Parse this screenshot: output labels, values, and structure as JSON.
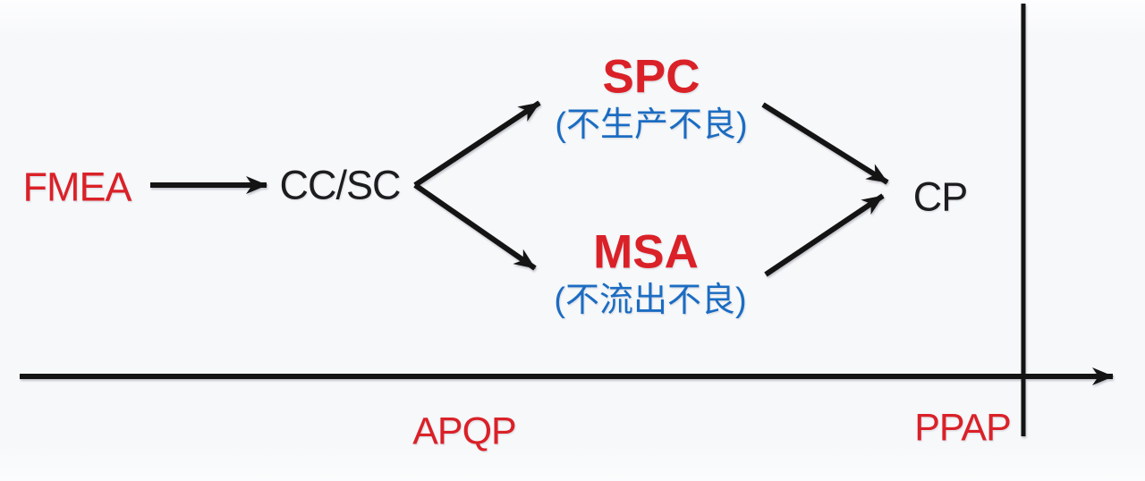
{
  "diagram": {
    "title_hint": "APQP quality tools flow diagram",
    "background_color": "#f6f8fa",
    "colors": {
      "accent_red": "#da2128",
      "accent_blue": "#1b6cc2",
      "line_black": "#141414"
    },
    "nodes": {
      "fmea": {
        "label": "FMEA"
      },
      "ccsc": {
        "label": "CC/SC"
      },
      "spc": {
        "label": "SPC",
        "note": "(不生产不良)"
      },
      "msa": {
        "label": "MSA",
        "note": "(不流出不良)"
      },
      "cp": {
        "label": "CP"
      }
    },
    "timeline": {
      "phase_label": "APQP",
      "milestone_label": "PPAP"
    }
  }
}
